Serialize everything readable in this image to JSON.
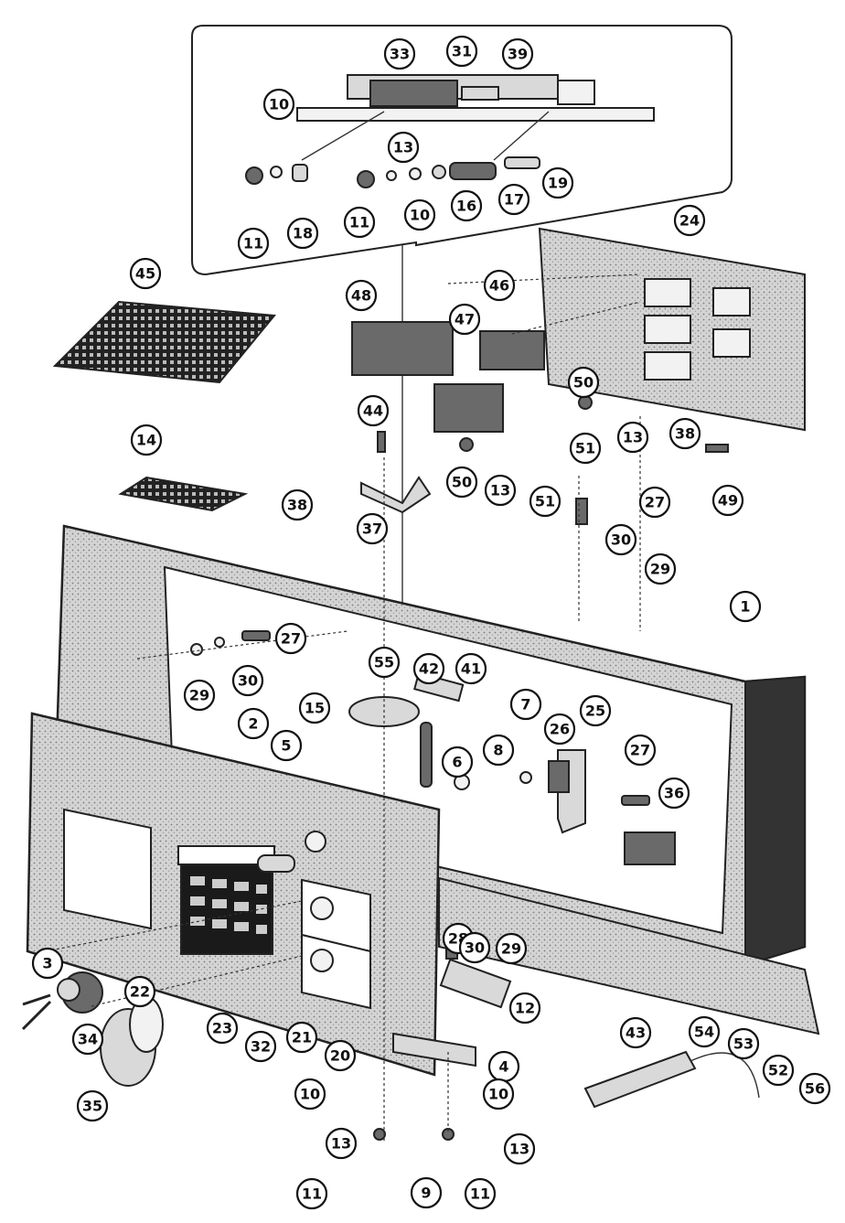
{
  "diagram": {
    "callouts": [
      {
        "id": "c1",
        "label": "1"
      },
      {
        "id": "c2",
        "label": "2"
      },
      {
        "id": "c3",
        "label": "3"
      },
      {
        "id": "c4",
        "label": "4"
      },
      {
        "id": "c5",
        "label": "5"
      },
      {
        "id": "c6",
        "label": "6"
      },
      {
        "id": "c7",
        "label": "7"
      },
      {
        "id": "c8",
        "label": "8"
      },
      {
        "id": "c9",
        "label": "9"
      },
      {
        "id": "c10a",
        "label": "10"
      },
      {
        "id": "c10b",
        "label": "10"
      },
      {
        "id": "c10c",
        "label": "10"
      },
      {
        "id": "c10d",
        "label": "10"
      },
      {
        "id": "c11a",
        "label": "11"
      },
      {
        "id": "c11b",
        "label": "11"
      },
      {
        "id": "c11c",
        "label": "11"
      },
      {
        "id": "c11d",
        "label": "11"
      },
      {
        "id": "c12",
        "label": "12"
      },
      {
        "id": "c13a",
        "label": "13"
      },
      {
        "id": "c13b",
        "label": "13"
      },
      {
        "id": "c13c",
        "label": "13"
      },
      {
        "id": "c13d",
        "label": "13"
      },
      {
        "id": "c13e",
        "label": "13"
      },
      {
        "id": "c14",
        "label": "14"
      },
      {
        "id": "c15",
        "label": "15"
      },
      {
        "id": "c16",
        "label": "16"
      },
      {
        "id": "c17",
        "label": "17"
      },
      {
        "id": "c18",
        "label": "18"
      },
      {
        "id": "c19",
        "label": "19"
      },
      {
        "id": "c20",
        "label": "20"
      },
      {
        "id": "c21",
        "label": "21"
      },
      {
        "id": "c22",
        "label": "22"
      },
      {
        "id": "c23",
        "label": "23"
      },
      {
        "id": "c24",
        "label": "24"
      },
      {
        "id": "c25",
        "label": "25"
      },
      {
        "id": "c26",
        "label": "26"
      },
      {
        "id": "c27a",
        "label": "27"
      },
      {
        "id": "c27b",
        "label": "27"
      },
      {
        "id": "c27c",
        "label": "27"
      },
      {
        "id": "c28",
        "label": "28"
      },
      {
        "id": "c29a",
        "label": "29"
      },
      {
        "id": "c29b",
        "label": "29"
      },
      {
        "id": "c29c",
        "label": "29"
      },
      {
        "id": "c30a",
        "label": "30"
      },
      {
        "id": "c30b",
        "label": "30"
      },
      {
        "id": "c30c",
        "label": "30"
      },
      {
        "id": "c31",
        "label": "31"
      },
      {
        "id": "c32",
        "label": "32"
      },
      {
        "id": "c33",
        "label": "33"
      },
      {
        "id": "c34",
        "label": "34"
      },
      {
        "id": "c35",
        "label": "35"
      },
      {
        "id": "c36",
        "label": "36"
      },
      {
        "id": "c37",
        "label": "37"
      },
      {
        "id": "c38a",
        "label": "38"
      },
      {
        "id": "c38b",
        "label": "38"
      },
      {
        "id": "c39",
        "label": "39"
      },
      {
        "id": "c41",
        "label": "41"
      },
      {
        "id": "c42",
        "label": "42"
      },
      {
        "id": "c43",
        "label": "43"
      },
      {
        "id": "c44",
        "label": "44"
      },
      {
        "id": "c45",
        "label": "45"
      },
      {
        "id": "c46",
        "label": "46"
      },
      {
        "id": "c47",
        "label": "47"
      },
      {
        "id": "c48",
        "label": "48"
      },
      {
        "id": "c49",
        "label": "49"
      },
      {
        "id": "c50a",
        "label": "50"
      },
      {
        "id": "c50b",
        "label": "50"
      },
      {
        "id": "c51a",
        "label": "51"
      },
      {
        "id": "c51b",
        "label": "51"
      },
      {
        "id": "c52",
        "label": "52"
      },
      {
        "id": "c53",
        "label": "53"
      },
      {
        "id": "c54",
        "label": "54"
      },
      {
        "id": "c55",
        "label": "55"
      },
      {
        "id": "c56",
        "label": "56"
      }
    ]
  }
}
